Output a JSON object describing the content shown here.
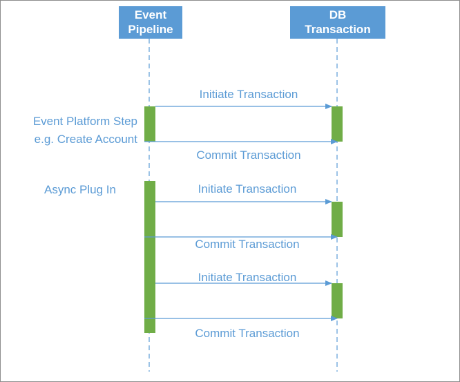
{
  "participants": [
    {
      "id": "pipeline",
      "lines": [
        "Event",
        "Pipeline"
      ]
    },
    {
      "id": "db",
      "lines": [
        "DB",
        "Transaction"
      ]
    }
  ],
  "notes": [
    {
      "id": "event-platform-step",
      "lines": [
        "Event Platform Step",
        "e.g. Create Account"
      ]
    },
    {
      "id": "async-plug-in",
      "lines": [
        "Async Plug In"
      ]
    }
  ],
  "messages": [
    {
      "id": "initiate-1",
      "label": "Initiate Transaction"
    },
    {
      "id": "commit-1",
      "label": "Commit Transaction"
    },
    {
      "id": "initiate-2",
      "label": "Initiate Transaction"
    },
    {
      "id": "commit-2",
      "label": "Commit Transaction"
    },
    {
      "id": "initiate-3",
      "label": "Initiate Transaction"
    },
    {
      "id": "commit-3",
      "label": "Commit Transaction"
    }
  ],
  "colors": {
    "header_fill": "#5b9bd5",
    "header_text": "#ffffff",
    "lifeline": "#5b9bd5",
    "activation": "#70ad47",
    "arrow": "#5b9bd5",
    "label_text": "#5b9bd5",
    "frame": "#8c8c8c"
  }
}
